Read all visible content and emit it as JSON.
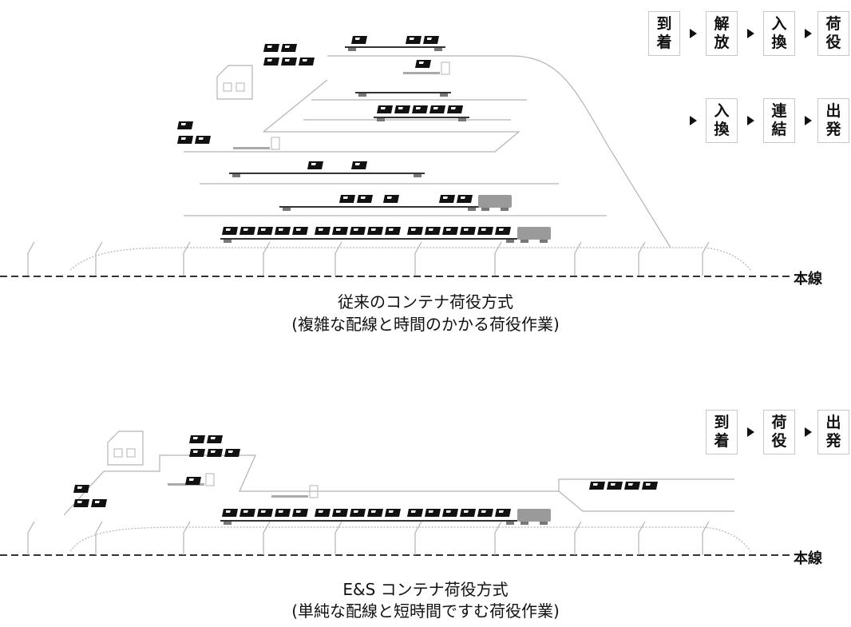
{
  "diagram_top": {
    "caption_line1": "従来のコンテナ荷役方式",
    "caption_line2": "(複雑な配線と時間のかかる荷役作業)",
    "main_line_label": "本線",
    "steps_row1": [
      {
        "top": "到",
        "bottom": "着"
      },
      {
        "top": "解",
        "bottom": "放"
      },
      {
        "top": "入",
        "bottom": "換"
      },
      {
        "top": "荷",
        "bottom": "役"
      }
    ],
    "steps_row2": [
      {
        "top": "入",
        "bottom": "換"
      },
      {
        "top": "連",
        "bottom": "結"
      },
      {
        "top": "出",
        "bottom": "発"
      }
    ]
  },
  "diagram_bottom": {
    "caption_line1": "E&S コンテナ荷役方式",
    "caption_line2": "(単純な配線と短時間ですむ荷役作業)",
    "main_line_label": "本線",
    "steps": [
      {
        "top": "到",
        "bottom": "着"
      },
      {
        "top": "荷",
        "bottom": "役"
      },
      {
        "top": "出",
        "bottom": "発"
      }
    ]
  },
  "colors": {
    "line": "#b3b3b3",
    "container": "#111111",
    "locomotive": "#9a9a9a",
    "rail": "#333333"
  }
}
